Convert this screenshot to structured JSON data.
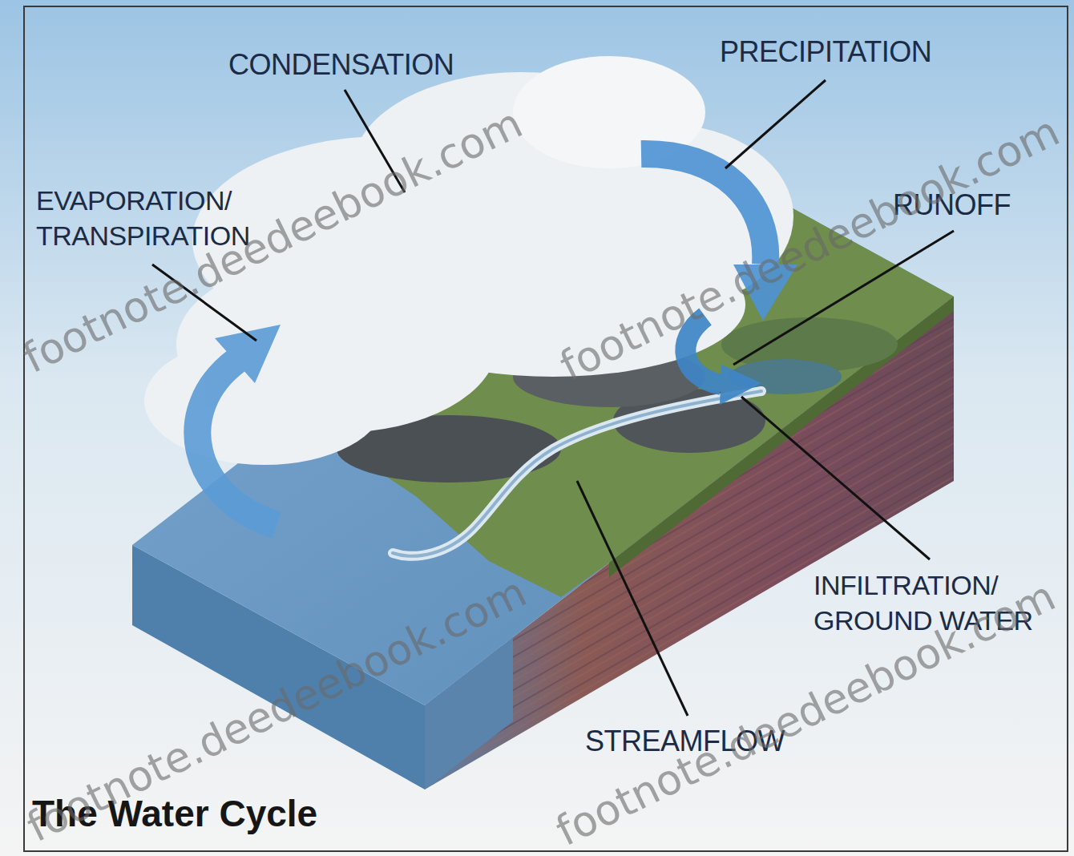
{
  "diagram": {
    "title": "The Water Cycle",
    "labels": [
      "CONDENSATION",
      "PRECIPITATION",
      "EVAPORATION/ TRANSPIRATION",
      "RUNOFF",
      "INFILTRATION/ GROUND WATER",
      "STREAMFLOW",
      "footnote.deedeebook.com",
      "footnote.deedeebook.com",
      "footnote.deedeebook.com",
      "footnote.deedeebook.com"
    ]
  }
}
